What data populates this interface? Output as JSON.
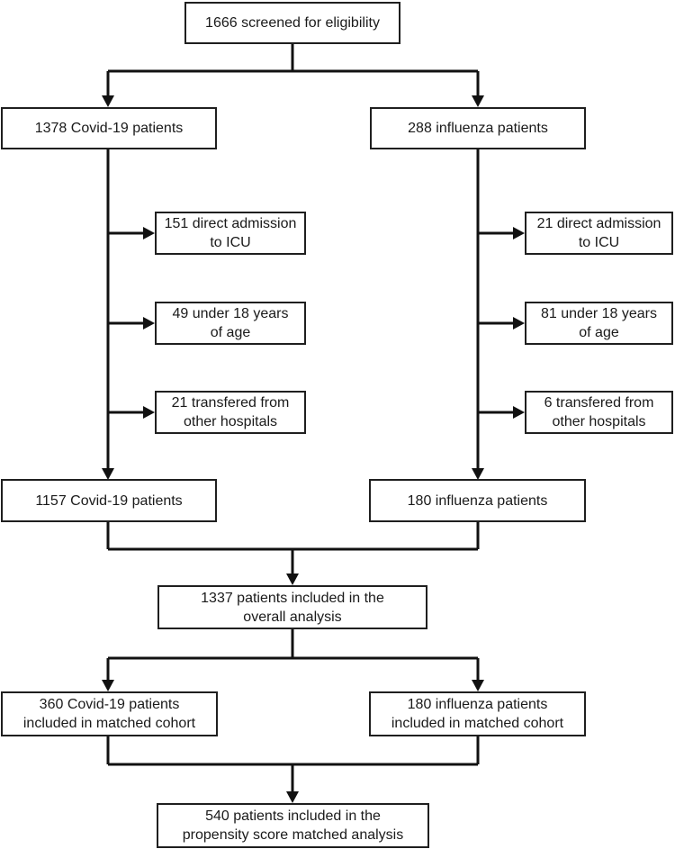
{
  "figure": {
    "kind": "patient-flow-diagram"
  },
  "nodes": {
    "screened": {
      "lines": [
        "1666 screened for eligibility"
      ]
    },
    "covid_initial": {
      "lines": [
        "1378 Covid-19 patients"
      ]
    },
    "influenza_initial": {
      "lines": [
        "288 influenza patients"
      ]
    },
    "covid_excl_icu": {
      "lines": [
        "151 direct admission",
        "to ICU"
      ]
    },
    "covid_excl_age": {
      "lines": [
        "49 under 18 years",
        "of age"
      ]
    },
    "covid_excl_transfer": {
      "lines": [
        "21 transfered from",
        "other hospitals"
      ]
    },
    "flu_excl_icu": {
      "lines": [
        "21 direct admission",
        "to ICU"
      ]
    },
    "flu_excl_age": {
      "lines": [
        "81 under 18 years",
        "of age"
      ]
    },
    "flu_excl_transfer": {
      "lines": [
        "6 transfered from",
        "other hospitals"
      ]
    },
    "covid_included": {
      "lines": [
        "1157 Covid-19 patients"
      ]
    },
    "influenza_included": {
      "lines": [
        "180 influenza patients"
      ]
    },
    "overall": {
      "lines": [
        "1337 patients included in the",
        "overall analysis"
      ]
    },
    "covid_matched": {
      "lines": [
        "360 Covid-19 patients",
        "included in matched cohort"
      ]
    },
    "influenza_matched": {
      "lines": [
        "180 influenza patients",
        "included in matched cohort"
      ]
    },
    "propensity": {
      "lines": [
        "540 patients included in the",
        "propensity score matched analysis"
      ]
    }
  },
  "edges": [
    {
      "from": "screened",
      "to": "covid_initial"
    },
    {
      "from": "screened",
      "to": "influenza_initial"
    },
    {
      "from": "covid_initial",
      "to": "covid_excl_icu"
    },
    {
      "from": "covid_initial",
      "to": "covid_excl_age"
    },
    {
      "from": "covid_initial",
      "to": "covid_excl_transfer"
    },
    {
      "from": "covid_initial",
      "to": "covid_included"
    },
    {
      "from": "influenza_initial",
      "to": "flu_excl_icu"
    },
    {
      "from": "influenza_initial",
      "to": "flu_excl_age"
    },
    {
      "from": "influenza_initial",
      "to": "flu_excl_transfer"
    },
    {
      "from": "influenza_initial",
      "to": "influenza_included"
    },
    {
      "from": "covid_included",
      "to": "overall"
    },
    {
      "from": "influenza_included",
      "to": "overall"
    },
    {
      "from": "overall",
      "to": "covid_matched"
    },
    {
      "from": "overall",
      "to": "influenza_matched"
    },
    {
      "from": "covid_matched",
      "to": "propensity"
    },
    {
      "from": "influenza_matched",
      "to": "propensity"
    }
  ],
  "colors": {
    "background": "#ffffff",
    "box_fill": "#ffffff",
    "box_border": "#1f1f1f",
    "connector": "#111111",
    "text": "#1a1a1a"
  }
}
